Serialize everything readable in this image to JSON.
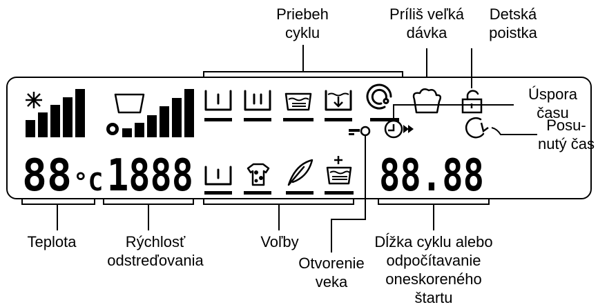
{
  "labels": {
    "cycle_progress": "Priebeh cyklu",
    "overload": "Príliš veľká dávka",
    "child_lock": "Detská poistka",
    "time_saving": "Úspora času",
    "delayed_time": "Posu-nutý čas",
    "temperature": "Teplota",
    "spin_speed": "Rýchlosť odstreďovania",
    "options": "Voľby",
    "lid_open": "Otvorenie veka",
    "cycle_length": "Dĺžka cyklu alebo odpočítavanie oneskoreného štartu"
  },
  "label_lines": {
    "cycle_progress": [
      "Priebeh",
      "cyklu"
    ],
    "overload": [
      "Príliš veľká",
      "dávka"
    ],
    "child_lock": [
      "Detská",
      "poistka"
    ],
    "time_saving": [
      "Úspora",
      "času"
    ],
    "delayed_time": [
      "Posu-",
      "nutý čas"
    ],
    "temperature": [
      "Teplota"
    ],
    "spin_speed": [
      "Rýchlosť",
      "odstreďovania"
    ],
    "options": [
      "Voľby"
    ],
    "lid_open": [
      "Otvorenie",
      "veka"
    ],
    "cycle_length": [
      "Dĺžka cyklu alebo",
      "odpočítavanie",
      "oneskoreného",
      "štartu"
    ]
  },
  "display": {
    "temperature_digits": "88",
    "temperature_unit": "°C",
    "speed_digits": "1888",
    "time_digits": "88.88"
  },
  "icons": {
    "top_row": [
      "prewash-icon",
      "main-wash-icon",
      "rinse-icon",
      "drain-icon",
      "spin-icon",
      "overload-icon",
      "child-lock-icon"
    ],
    "bottom_row": [
      "prewash-option-icon",
      "stain-option-icon",
      "easy-iron-option-icon",
      "extra-rinse-option-icon",
      "lid-lock-icon"
    ],
    "time_icons": [
      "time-saving-icon",
      "delayed-start-icon"
    ],
    "misc": [
      "cold-snowflake-icon",
      "no-spin-icon"
    ]
  }
}
